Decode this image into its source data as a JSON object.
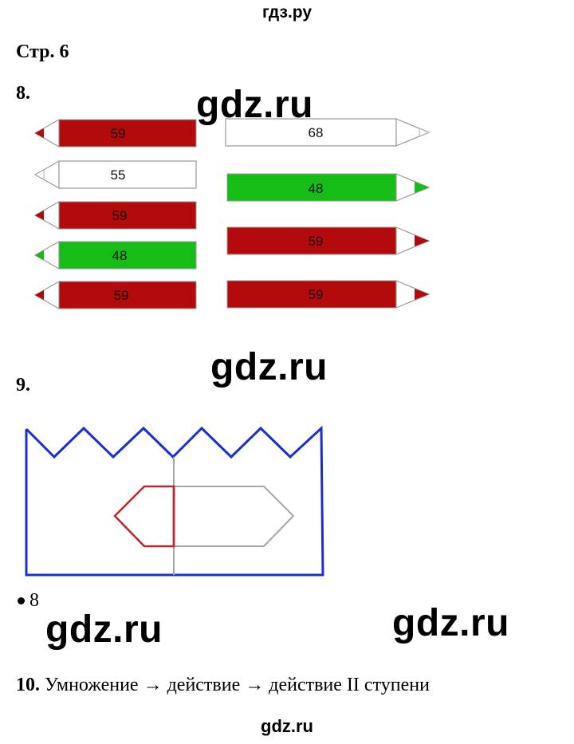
{
  "header": {
    "site": "гдз.ру"
  },
  "page_ref": "Стр. 6",
  "watermark": "gdz.ru",
  "colors": {
    "red": "#b30b0b",
    "green": "#16bd16",
    "white": "#ffffff",
    "outline": "#999999",
    "crown": "#1a2ed4",
    "shape_red": "#c0232b",
    "shape_grey": "#a5a5a5"
  },
  "task8": {
    "number": "8.",
    "left_pencils": [
      {
        "value": "59",
        "color": "red"
      },
      {
        "value": "55",
        "color": "white"
      },
      {
        "value": "59",
        "color": "red"
      },
      {
        "value": "48",
        "color": "green"
      },
      {
        "value": "59",
        "color": "red"
      }
    ],
    "right_pencils": [
      {
        "value": "68",
        "color": "white"
      },
      {
        "value": "48",
        "color": "green"
      },
      {
        "value": "59",
        "color": "red"
      },
      {
        "value": "59",
        "color": "red"
      }
    ]
  },
  "task9": {
    "number": "9.",
    "answer": "8"
  },
  "task10": {
    "number": "10.",
    "text": "Умножение → действие → действие II ступени"
  },
  "footer": {
    "site": "gdz.ru"
  }
}
